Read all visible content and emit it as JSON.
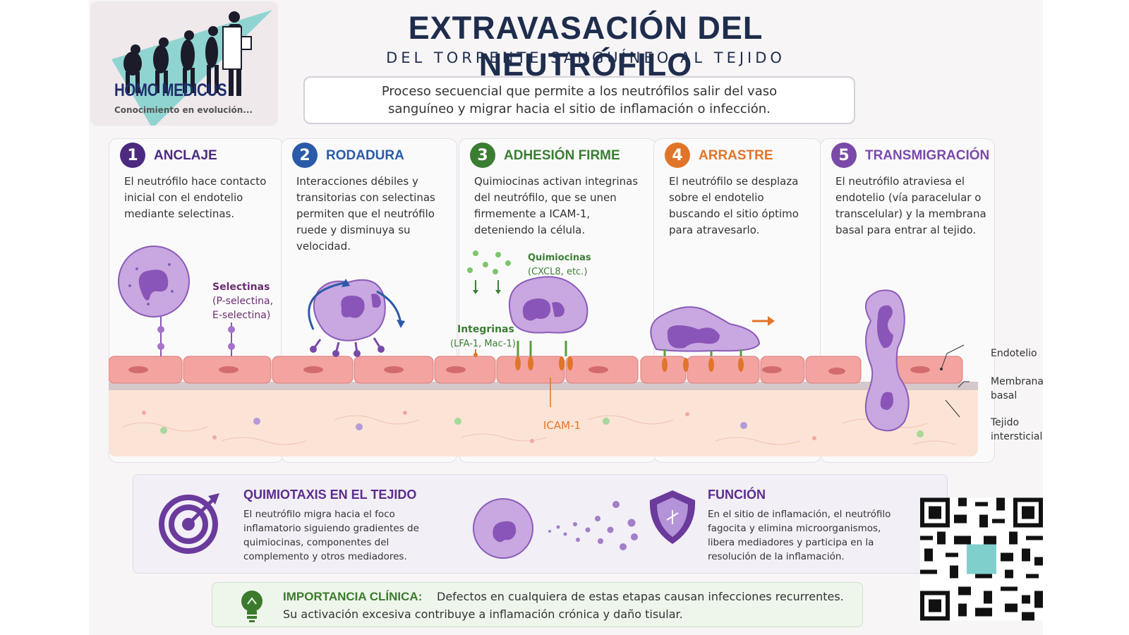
{
  "header": {
    "logo_name": "HOMO MEDICUS",
    "logo_tagline": "Conocimiento en evolución...",
    "title": "EXTRAVASACIÓN DEL NEUTRÓFILO",
    "subtitle": "DEL TORRENTE SANGUÍNEO AL TEJIDO",
    "intro": "Proceso secuencial que permite a los neutrófilos salir del vaso sanguíneo y migrar hacia el sitio de inflamación o infección."
  },
  "stages": [
    {
      "number": "1",
      "title": "ANCLAJE",
      "color": "#4b2a80",
      "text": "El neutrófilo hace contacto inicial con el endotelio mediante selectinas."
    },
    {
      "number": "2",
      "title": "RODADURA",
      "color": "#2b5aa8",
      "text": "Interacciones débiles y transitorias con selectinas permiten que el neutrófilo ruede y disminuya su velocidad."
    },
    {
      "number": "3",
      "title": "ADHESIÓN FIRME",
      "color": "#3a7d33",
      "text": "Quimiocinas activan integrinas del neutrófilo, que se unen firmemente a ICAM-1, deteniendo la célula."
    },
    {
      "number": "4",
      "title": "ARRASTRE",
      "color": "#e0752a",
      "text": "El neutrófilo se desplaza sobre el endotelio buscando el sitio óptimo para atravesarlo."
    },
    {
      "number": "5",
      "title": "TRANSMIGRACIÓN",
      "color": "#7a4aa8",
      "text": "El neutrófilo atraviesa el endotelio (vía paracelular o transcelular) y la membrana basal para entrar al tejido."
    }
  ],
  "labels": {
    "selectinas_title": "Selectinas",
    "selectinas_l1": "(P-selectina,",
    "selectinas_l2": "E-selectina)",
    "quimiocinas_title": "Quimiocinas",
    "quimiocinas_sub": "(CXCL8, etc.)",
    "integrinas_title": "Integrinas",
    "integrinas_sub": "(LFA-1, Mac-1)",
    "icam": "ICAM-1",
    "endotelio": "Endotelio",
    "membrana_l1": "Membrana",
    "membrana_l2": "basal",
    "tejido_l1": "Tejido",
    "tejido_l2": "intersticial"
  },
  "quimiotaxis": {
    "title": "QUIMIOTAXIS EN EL TEJIDO",
    "text": "El neutrófilo migra hacia el foco inflamatorio siguiendo gradientes de quimiocinas, componentes del complemento y otros mediadores."
  },
  "funcion": {
    "title": "FUNCIÓN",
    "text": "En el sitio de inflamación, el neutrófilo fagocita y elimina microorganismos, libera mediadores y participa en la resolución de la inflamación."
  },
  "clinica": {
    "title": "IMPORTANCIA CLÍNICA:",
    "line1": "Defectos en cualquiera de estas etapas causan infecciones recurrentes.",
    "line2": "Su activación excesiva contribuye a inflamación crónica y daño tisular."
  },
  "colors": {
    "navy": "#1f2d4d",
    "purple": "#5b2d8c",
    "cell_fill": "#c9a7e0",
    "nucleus": "#8a55b8",
    "endothelium": "#f3a3a0",
    "green": "#3a7d33",
    "orange": "#e0752a"
  }
}
